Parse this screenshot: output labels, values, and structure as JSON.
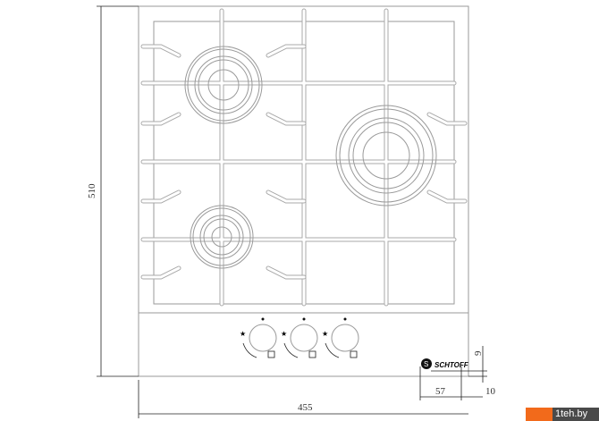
{
  "dimensions": {
    "height": "510",
    "width": "455",
    "logo_offset": "57",
    "logo_edge": "10",
    "logo_height": "9"
  },
  "brand": {
    "logo_text": "SCHTOFF"
  },
  "watermark": {
    "text": "1teh.by"
  },
  "knobs": [
    {
      "label": "knob-left"
    },
    {
      "label": "knob-middle"
    },
    {
      "label": "knob-right"
    }
  ],
  "colors": {
    "watermark_accent": "#f26a1b",
    "watermark_bg": "#4a4a4a"
  }
}
